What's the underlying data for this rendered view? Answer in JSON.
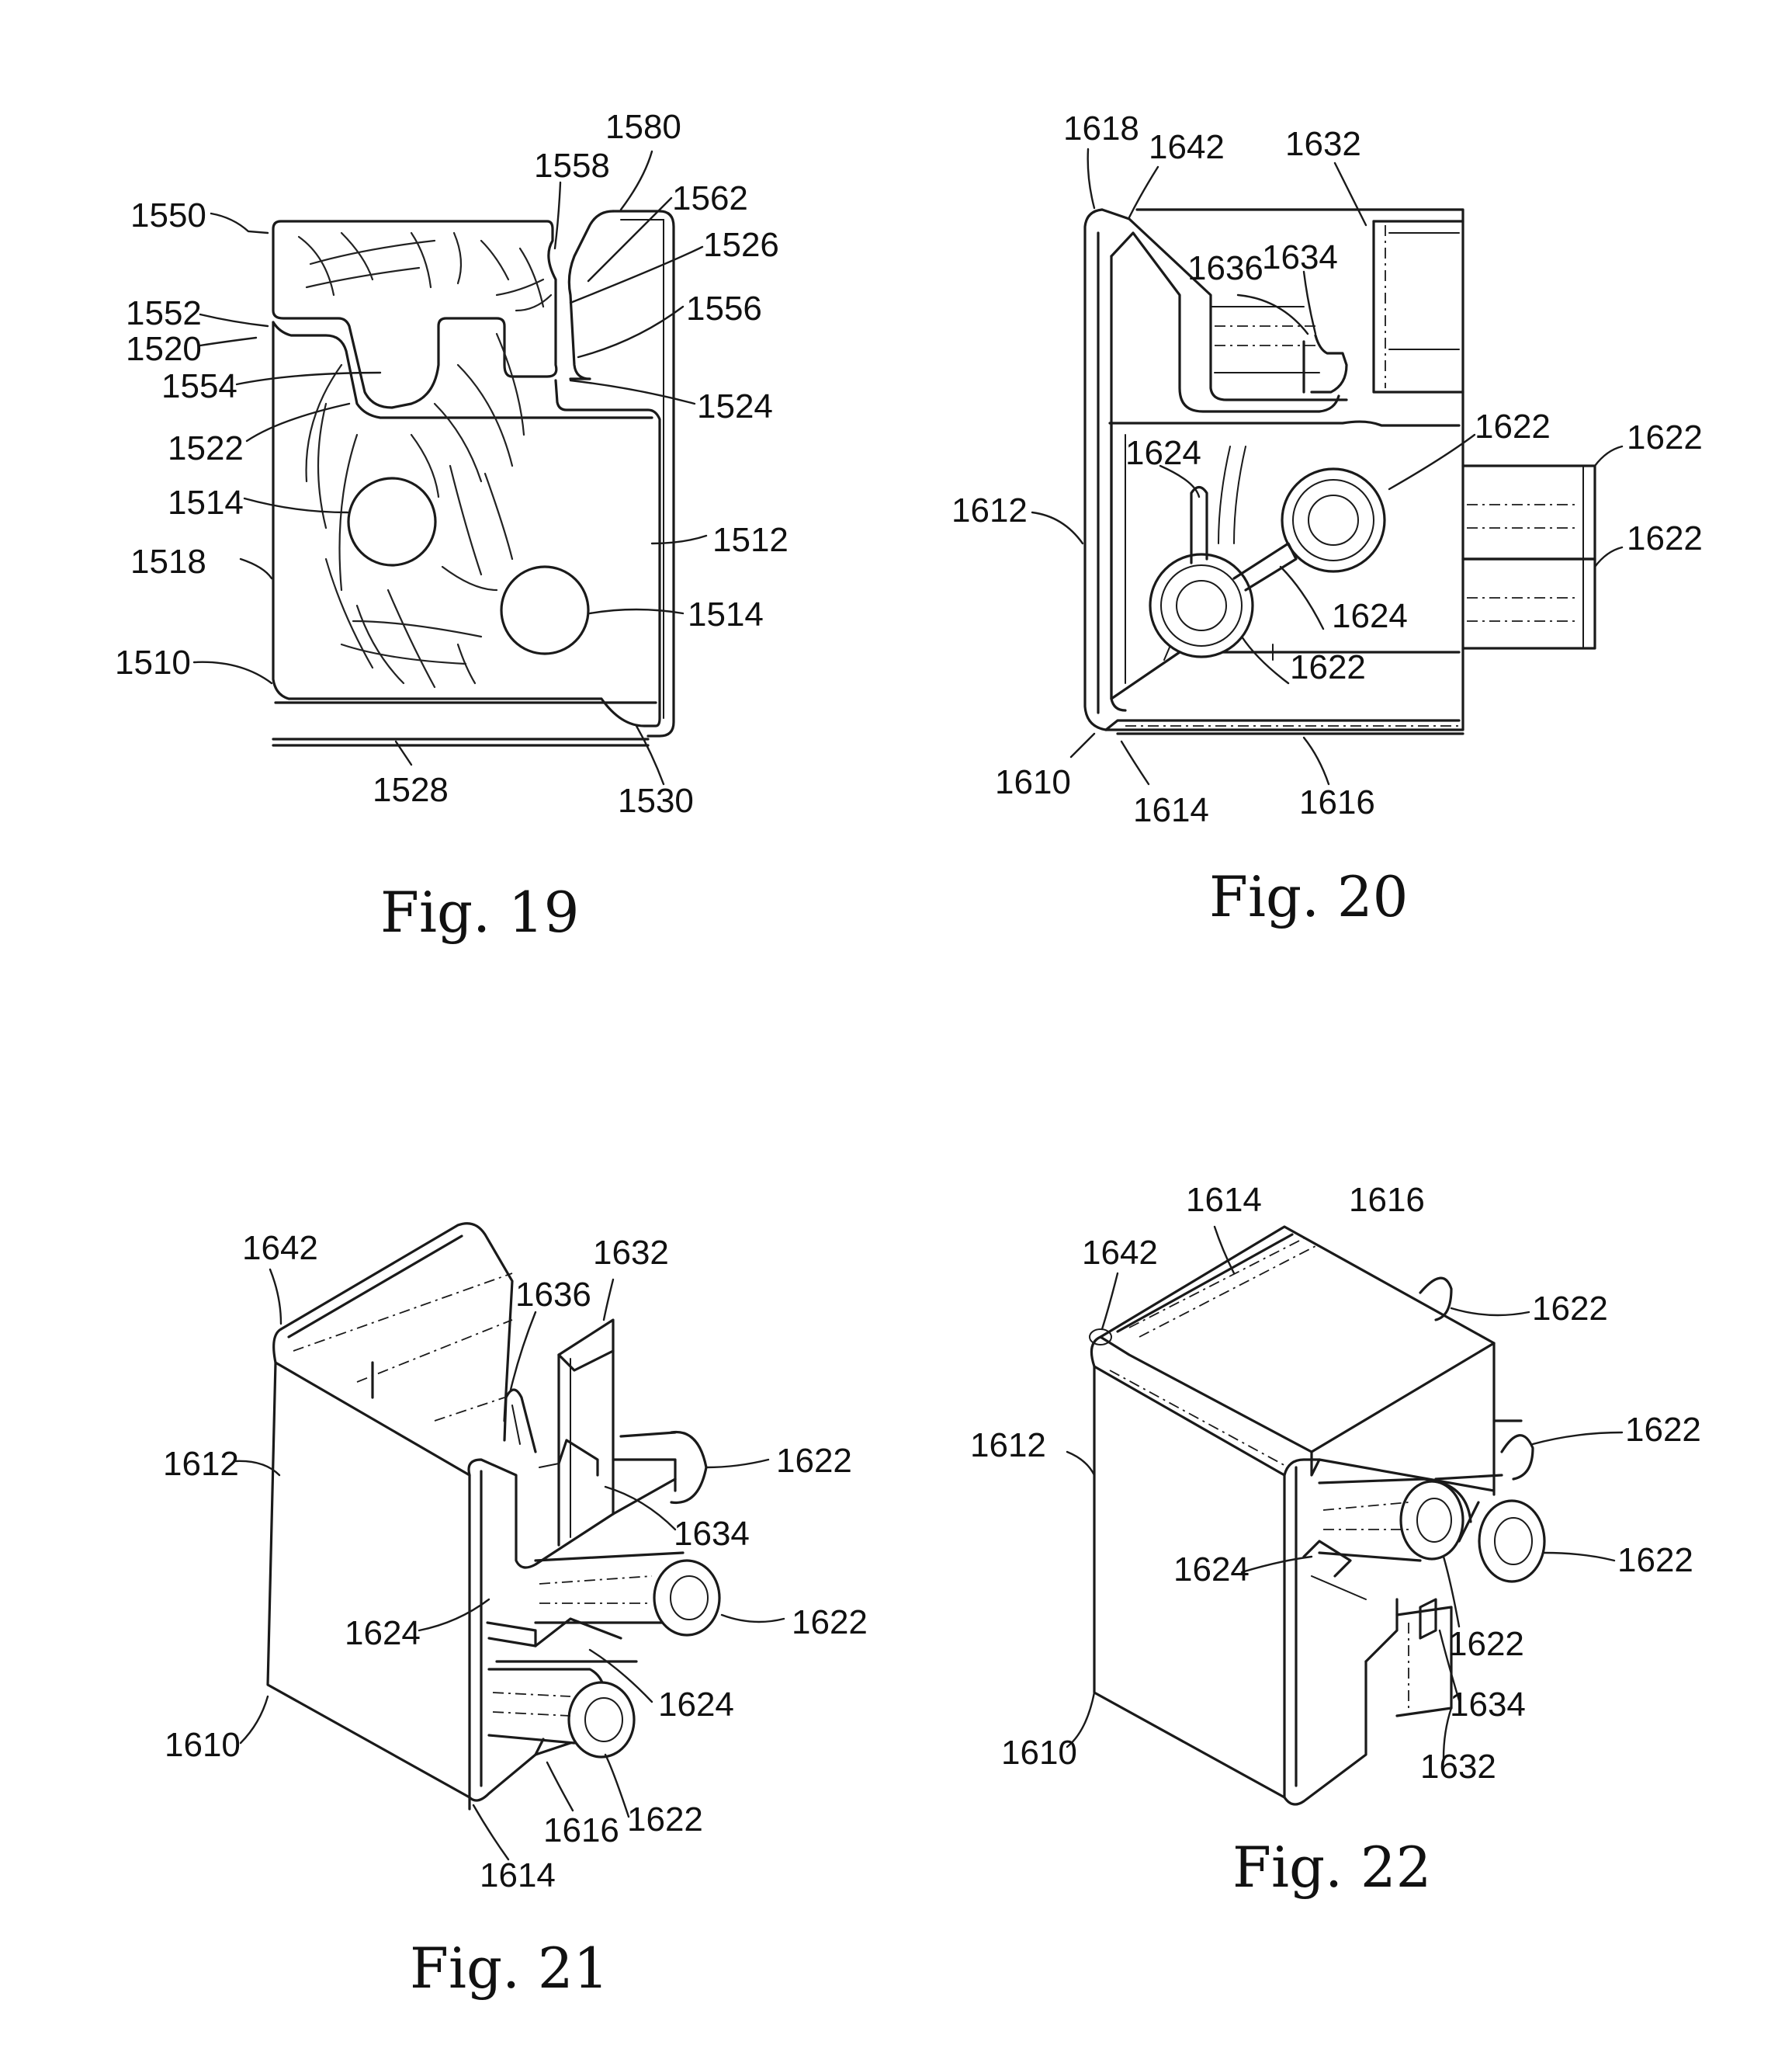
{
  "figures": {
    "fig19": {
      "caption": "Fig. 19",
      "labels": {
        "l1580": "1580",
        "l1558": "1558",
        "l1562": "1562",
        "l1550": "1550",
        "l1526": "1526",
        "l1556": "1556",
        "l1552": "1552",
        "l1520": "1520",
        "l1554": "1554",
        "l1524": "1524",
        "l1522": "1522",
        "l1514a": "1514",
        "l1512": "1512",
        "l1518": "1518",
        "l1514b": "1514",
        "l1510": "1510",
        "l1528": "1528",
        "l1530": "1530"
      }
    },
    "fig20": {
      "caption": "Fig. 20",
      "labels": {
        "l1618": "1618",
        "l1642": "1642",
        "l1632": "1632",
        "l1636": "1636",
        "l1634": "1634",
        "l1622a": "1622",
        "l1622b": "1622",
        "l1624a": "1624",
        "l1612": "1612",
        "l1622c": "1622",
        "l1624b": "1624",
        "l1622d": "1622",
        "l1610": "1610",
        "l1614": "1614",
        "l1616": "1616"
      }
    },
    "fig21": {
      "caption": "Fig. 21",
      "labels": {
        "l1642": "1642",
        "l1632": "1632",
        "l1636": "1636",
        "l1612": "1612",
        "l1622a": "1622",
        "l1634": "1634",
        "l1624a": "1624",
        "l1622b": "1622",
        "l1624b": "1624",
        "l1610": "1610",
        "l1616": "1616",
        "l1622c": "1622",
        "l1614": "1614"
      }
    },
    "fig22": {
      "caption": "Fig. 22",
      "labels": {
        "l1614": "1614",
        "l1616": "1616",
        "l1642": "1642",
        "l1622a": "1622",
        "l1612": "1612",
        "l1622b": "1622",
        "l1624": "1624",
        "l1622c": "1622",
        "l1622d": "1622",
        "l1634": "1634",
        "l1610": "1610",
        "l1632": "1632"
      }
    }
  }
}
